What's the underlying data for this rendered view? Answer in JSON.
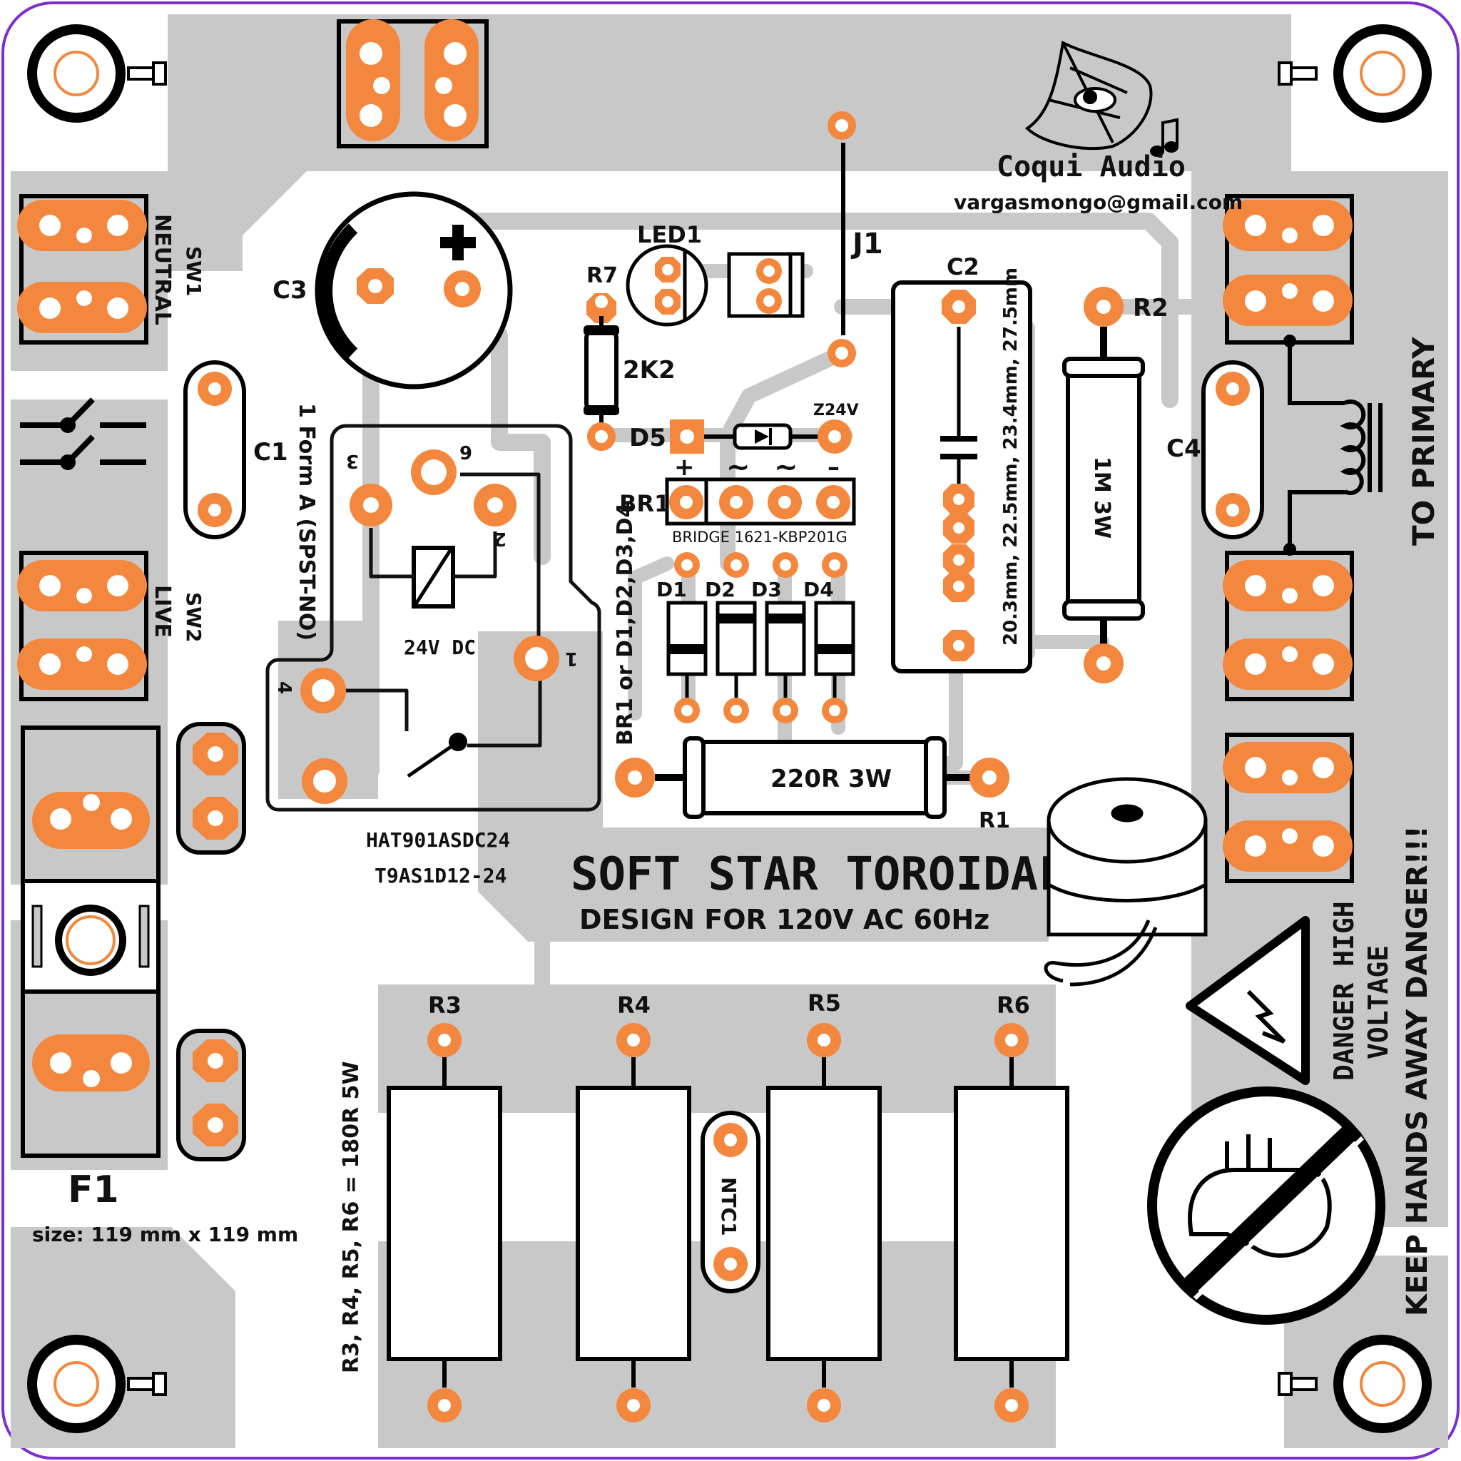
{
  "board": {
    "title": "SOFT STAR TOROIDAL",
    "subtitle": "DESIGN FOR 120V AC 60Hz",
    "brand": "Coqui Audio",
    "email": "vargasmongo@gmail.com",
    "size_note": "size: 119 mm x 119 mm",
    "to_primary": "TO PRIMARY",
    "keep_hands": "KEEP HANDS AWAY DANGER!!!",
    "danger_line1": "DANGER HIGH",
    "danger_line2": "VOLTAGE"
  },
  "labels": {
    "sw1_id": "SW1",
    "sw1_name": "NEUTRAL",
    "sw2_id": "SW2",
    "sw2_name": "LIVE",
    "c1": "C1",
    "c2": "C2",
    "c3": "C3",
    "c4": "C4",
    "f1": "F1",
    "j1": "J1",
    "led1": "LED1",
    "r7": "R7",
    "r7_value": "2K2",
    "d5": "D5",
    "z24v": "Z24V",
    "br1": "BR1",
    "bridge": "BRIDGE 1621-KBP201G",
    "br_alt": "BR1 or D1,D2,D3,D4",
    "d1": "D1",
    "d2": "D2",
    "d3": "D3",
    "d4": "D4",
    "r2": "R2",
    "r2_value": "1M 3W",
    "r1": "R1",
    "r1_value": "220R 3W",
    "c2_sizes": "20.3mm, 22.5mm, 23.4mm, 27.5mm",
    "relay_type": "1 Form A (SPST-NO)",
    "relay_coil": "24V DC",
    "relay_part1": "HAT901ASDC24",
    "relay_part2": "T9AS1D12-24",
    "pin3": "3",
    "pin6": "6",
    "pin2": "2",
    "pin1": "1",
    "pin4": "4",
    "r3": "R3",
    "r4": "R4",
    "r5": "R5",
    "r6": "R6",
    "ntc1": "NTC1",
    "r_value_note": "R3, R4, R5, R6 = 180R 5W",
    "plus": "+",
    "minus": "–",
    "ac1": "~",
    "ac2": "~"
  },
  "colors": {
    "pad": "#f2873d",
    "copper_fill": "#c8c8c8",
    "silkscreen": "#111111",
    "outline": "#7b2fd0",
    "board": "#ffffff"
  },
  "icons": [
    "mounting-hole-icon",
    "screw-icon",
    "frog-logo-icon",
    "music-note-icon",
    "switch-symbol-icon",
    "capacitor-symbol-icon",
    "diode-symbol-icon",
    "relay-coil-icon",
    "inductor-symbol-icon",
    "toroidal-transformer-icon",
    "high-voltage-warning-icon",
    "no-touch-hand-icon"
  ]
}
